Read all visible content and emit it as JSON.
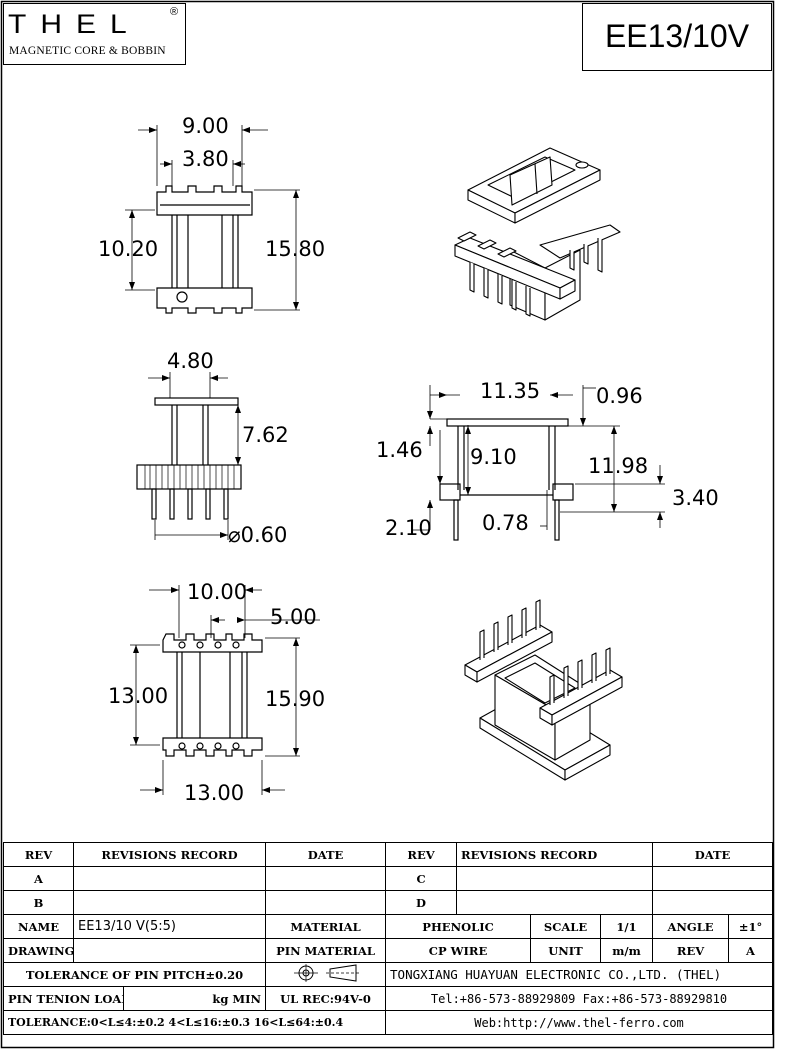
{
  "header": {
    "logo_text": "THEL",
    "registered_mark": "®",
    "logo_subtitle": "MAGNETIC CORE & BOBBIN",
    "part_title": "EE13/10V"
  },
  "dimensions": {
    "top_view": {
      "d1": "9.00",
      "d2": "3.80",
      "d3": "10.20",
      "d4": "15.80"
    },
    "front_view": {
      "d1": "4.80",
      "d2": "7.62",
      "d3": "⌀0.60"
    },
    "side_view": {
      "d1": "11.35",
      "d2": "0.96",
      "d3": "1.46",
      "d4": "9.10",
      "d5": "11.98",
      "d6": "3.40",
      "d7": "2.10",
      "d8": "0.78"
    },
    "bottom_view": {
      "d1": "10.00",
      "d2": "5.00",
      "d3": "13.00",
      "d4": "15.90",
      "d5": "13.00"
    }
  },
  "title_block": {
    "rev_label": "REV",
    "revisions_record_label": "REVISIONS RECORD",
    "date_label": "DATE",
    "rev_a": "A",
    "rev_b": "B",
    "rev_c": "C",
    "rev_d": "D",
    "name_label": "NAME",
    "name_value": "EE13/10 V(5:5)",
    "material_label": "MATERIAL",
    "material_value": "PHENOLIC",
    "scale_label": "SCALE",
    "scale_value": "1/1",
    "angle_label": "ANGLE",
    "angle_value": "±1°",
    "drawing_no_label": "DRAWING NO",
    "pin_material_label": "PIN MATERIAL",
    "pin_material_value": "CP WIRE",
    "unit_label": "UNIT",
    "unit_value": "m/m",
    "rev_label_2": "REV",
    "rev_value": "A",
    "tolerance_pitch": "TOLERANCE OF PIN PITCH±0.20",
    "company": "TONGXIANG HUAYUAN ELECTRONIC CO.,LTD. (THEL)",
    "pin_tension_label": "PIN TENION LOAD",
    "pin_tension_unit": "kg MIN",
    "ul_rec": "UL REC:94V-0",
    "tel_fax": "Tel:+86-573-88929809 Fax:+86-573-88929810",
    "tolerance": "TOLERANCE:0<L≤4:±0.2  4<L≤16:±0.3  16<L≤64:±0.4",
    "web": "Web:http://www.thel-ferro.com"
  }
}
